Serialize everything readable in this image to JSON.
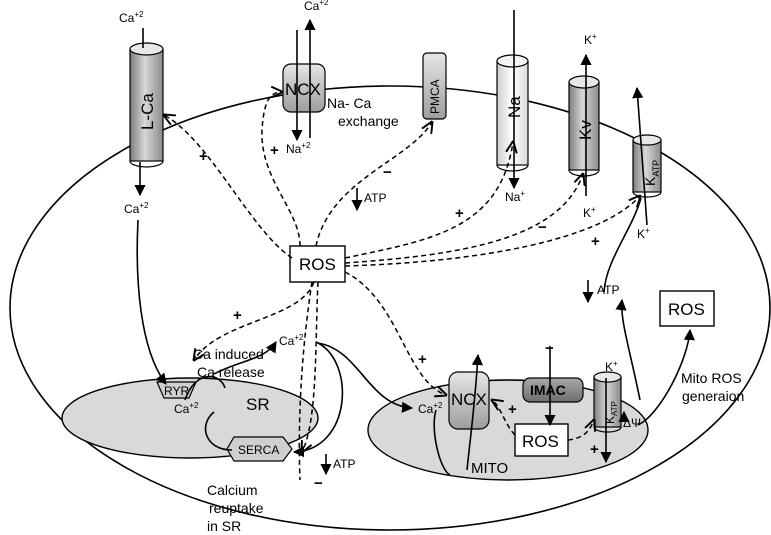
{
  "channels": {
    "lca": "L-Ca",
    "ncx": "NCX",
    "pmca": "PMCA",
    "na": "Na",
    "kv": "Kv",
    "katp_main": "K",
    "katp_sub": "ATP"
  },
  "ions": {
    "ca": "Ca",
    "ca_sup": "+2",
    "na": "Na",
    "na_sup": "+2",
    "na_plus_sup": "+",
    "k": "K",
    "k_sup": "+"
  },
  "labels": {
    "na_ca_exchange_1": "Na- Ca",
    "na_ca_exchange_2": "exchange",
    "atp": "ATP",
    "ros": "ROS",
    "ros_mito": "ROS",
    "ros_out": "ROS",
    "ryr": "RYR",
    "sr": "SR",
    "serca": "SERCA",
    "ca_induced_1": "Ca induced",
    "ca_induced_2": "Ca release",
    "reuptake_1": "Calcium",
    "reuptake_2": "reuptake",
    "reuptake_3": "in SR",
    "ncx_mito": "NCX",
    "imac": "IMAC",
    "mito": "MITO",
    "delta_psi": "ΔΨ",
    "mito_ros_1": "Mito ROS",
    "mito_ros_2": "generaion"
  },
  "signs": {
    "plus": "+",
    "minus": "−"
  },
  "colors": {
    "cylinder_light": "#f4f4f4",
    "cylinder_dark": "#9a9a9a",
    "organelle_fill": "#d9d9d9",
    "imac_fill": "#8a8a8a",
    "outline": "#000000"
  }
}
